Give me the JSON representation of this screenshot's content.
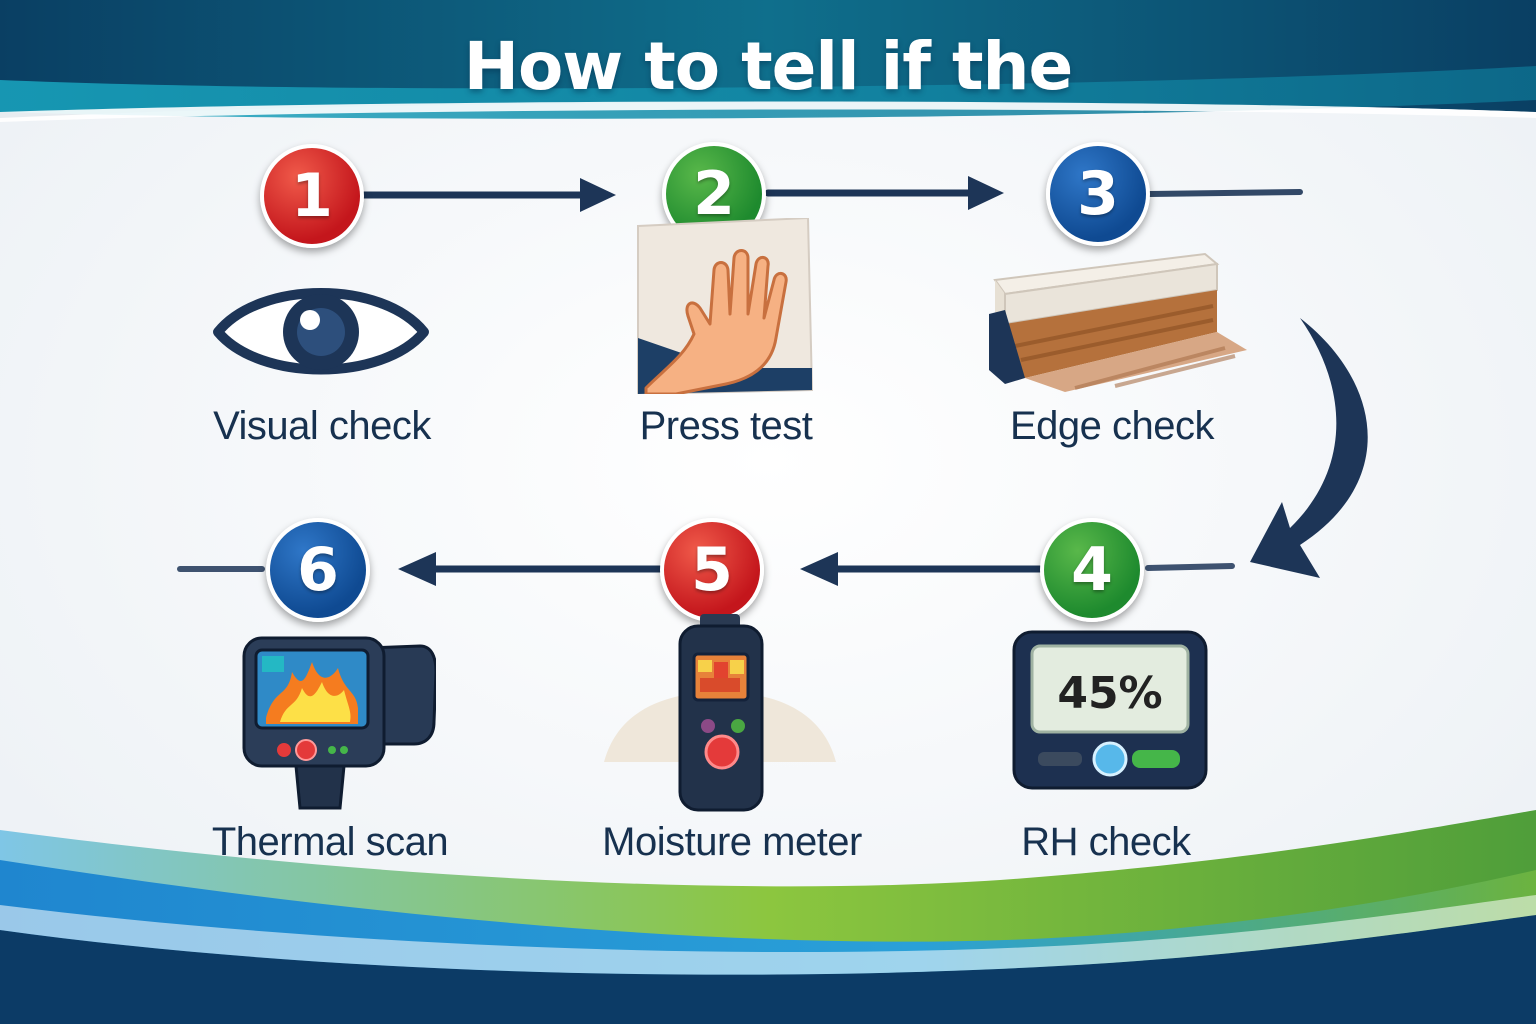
{
  "title": "How to tell if the",
  "steps": [
    {
      "number": "1",
      "label": "Visual check",
      "icon": "eye-icon",
      "color": "#c4161c"
    },
    {
      "number": "2",
      "label": "Press test",
      "icon": "hand-press-icon",
      "color": "#1e8a2e"
    },
    {
      "number": "3",
      "label": "Edge check",
      "icon": "floor-edge-icon",
      "color": "#0f4a92"
    },
    {
      "number": "4",
      "label": "RH check",
      "icon": "hygrometer-icon",
      "color": "#1e8a2e",
      "display": "45%"
    },
    {
      "number": "5",
      "label": "Moisture meter",
      "icon": "moisture-meter-icon",
      "color": "#c4161c"
    },
    {
      "number": "6",
      "label": "Thermal scan",
      "icon": "thermal-camera-icon",
      "color": "#0f4a92"
    }
  ],
  "colors": {
    "header": "#0b5a78",
    "navy": "#17314f",
    "wave_blue": "#1a7fc4",
    "wave_green": "#6cb33f"
  }
}
